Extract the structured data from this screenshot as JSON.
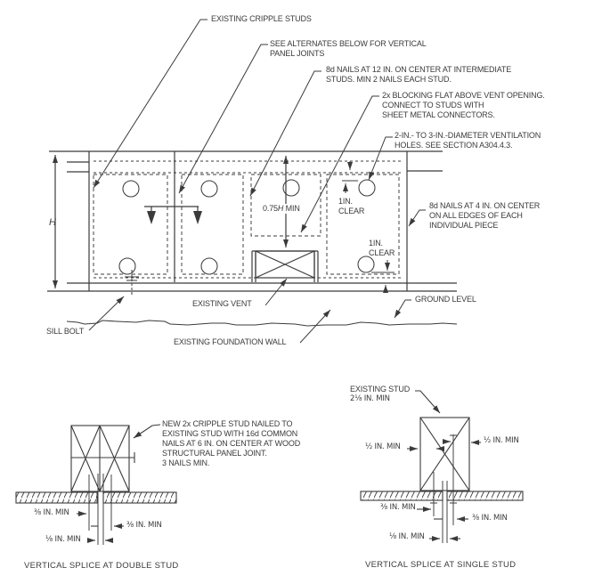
{
  "doc": {
    "ink": "#3b3b3b",
    "callouts": {
      "cripple_studs": "EXISTING CRIPPLE STUDS",
      "alternates": [
        "SEE ALTERNATES BELOW FOR VERTICAL",
        "PANEL JOINTS"
      ],
      "nails_12": [
        "8d NAILS AT 12 IN. ON CENTER AT INTERMEDIATE",
        "STUDS. MIN 2 NAILS EACH STUD."
      ],
      "blocking": [
        "2x BLOCKING FLAT ABOVE VENT OPENING.",
        "CONNECT TO STUDS WITH",
        "SHEET METAL CONNECTORS."
      ],
      "vent_holes": [
        "2-IN.- TO 3-IN.-DIAMETER VENTILATION",
        "HOLES. SEE SECTION A304.4.3."
      ],
      "nails_4": [
        "8d NAILS AT 4 IN. ON CENTER",
        "ON ALL EDGES OF EACH",
        "INDIVIDUAL PIECE"
      ],
      "ground_level": "GROUND LEVEL",
      "sill_bolt": "SILL BOLT",
      "existing_vent": "EXISTING VENT",
      "foundation_wall": "EXISTING FOUNDATION WALL"
    },
    "elevation": {
      "h_label": "H",
      "dim_075_pre": "0.75",
      "dim_075_h": "H",
      "dim_075_post": " MIN",
      "clear_top": [
        "1IN.",
        "CLEAR"
      ],
      "clear_bottom": [
        "1IN.",
        "CLEAR"
      ]
    },
    "detail_double": {
      "note": [
        "NEW 2x CRIPPLE STUD NAILED TO",
        "EXISTING STUD WITH 16d COMMON",
        "NAILS AT 6 IN. ON CENTER AT WOOD",
        "STRUCTURAL PANEL JOINT.",
        "3 NAILS MIN."
      ],
      "dim_38_left": "⅜ IN. MIN",
      "dim_38_right": "⅜ IN. MIN",
      "dim_18": "⅛ IN. MIN",
      "caption": "VERTICAL SPLICE AT DOUBLE STUD"
    },
    "detail_single": {
      "stud_line1": "EXISTING STUD",
      "stud_line2": "2⅛ IN. MIN",
      "dim_12_left": "½ IN. MIN",
      "dim_12_right": "½ IN. MIN",
      "dim_38_left": "⅜ IN. MIN",
      "dim_38_right": "⅜ IN. MIN",
      "dim_18": "⅛ IN. MIN",
      "caption": "VERTICAL SPLICE AT SINGLE STUD"
    }
  }
}
